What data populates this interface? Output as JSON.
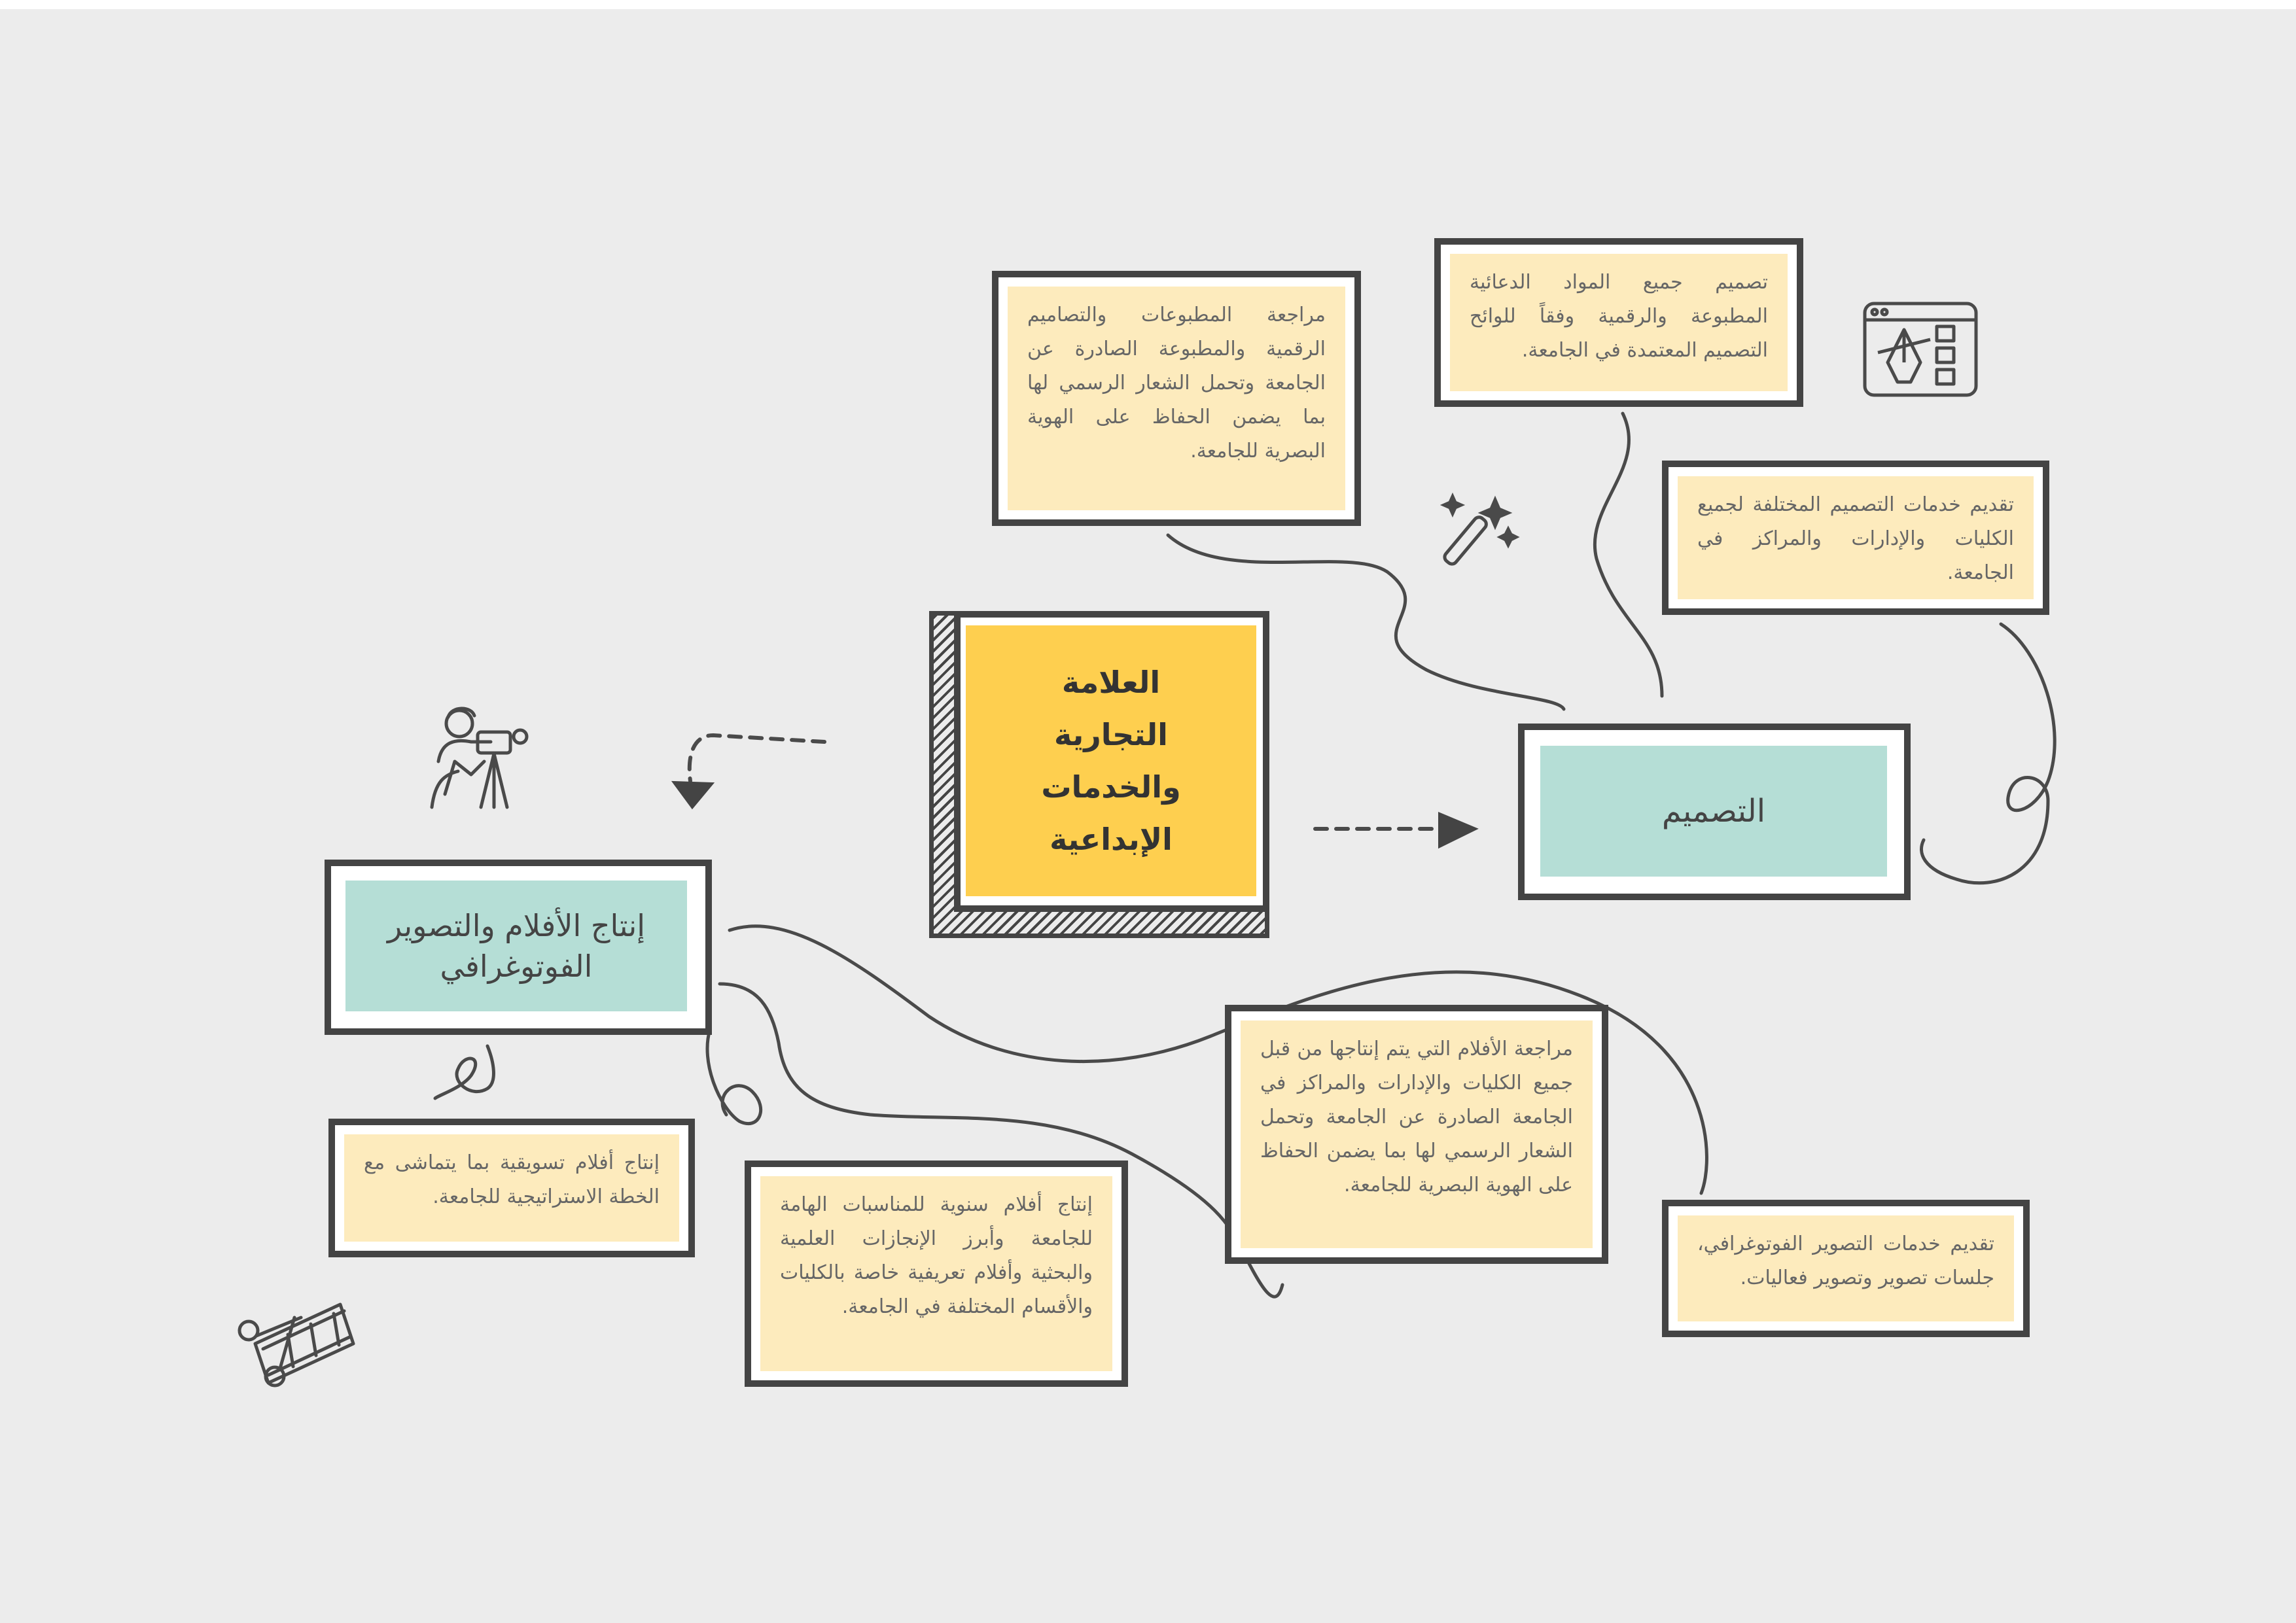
{
  "center": {
    "title": "العلامة التجارية والخدمات الإبداعية"
  },
  "design": {
    "title": "التصميم",
    "notes": [
      "تصميم جميع المواد الدعائية المطبوعة والرقمية وفقاً للوائح التصميم المعتمدة في الجامعة.",
      "مراجعة المطبوعات والتصاميم الرقمية والمطبوعة الصادرة عن الجامعة وتحمل الشعار الرسمي لها بما يضمن الحفاظ على الهوية البصرية للجامعة.",
      "تقديم خدمات التصميم المختلفة لجميع الكليات والإدارات والمراكز في الجامعة."
    ]
  },
  "film": {
    "title": "إنتاج الأفلام والتصوير الفوتوغرافي",
    "notes": [
      "إنتاج أفلام تسويقية بما يتماشى مع الخطة الاستراتيجية للجامعة.",
      "إنتاج أفلام سنوية للمناسبات الهامة للجامعة وأبرز الإنجازات العلمية والبحثية وأفلام تعريفية خاصة بالكليات والأقسام المختلفة في الجامعة.",
      "مراجعة الأفلام التي يتم إنتاجها من قبل جميع الكليات والإدارات والمراكز في الجامعة الصادرة عن الجامعة وتحمل الشعار الرسمي لها بما يضمن الحفاظ على الهوية البصرية للجامعة.",
      "تقديم خدمات التصوير الفوتوغرافي، جلسات تصوير وتصوير فعاليات."
    ]
  },
  "icons": [
    "design-tool-icon",
    "magic-wand-icon",
    "cameraman-icon",
    "film-scissors-icon",
    "arrow-head-icon"
  ],
  "colors": {
    "background": "#ececec",
    "note": "#fdebbd",
    "teal": "#b5ded6",
    "center": "#fecf4f",
    "stroke": "#444444"
  }
}
